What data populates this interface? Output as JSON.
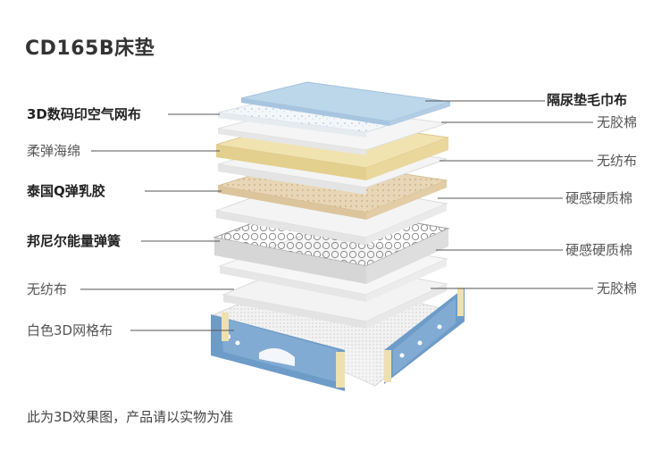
{
  "title": "CD165B床垫",
  "left_labels": [
    {
      "text": "3D数码印空气网布",
      "bold": true
    },
    {
      "text": "柔弹海绵",
      "bold": false
    },
    {
      "text": "泰国Q弹乳胶",
      "bold": true
    },
    {
      "text": "邦尼尔能量弹簧",
      "bold": true
    },
    {
      "text": "无纺布",
      "bold": false
    },
    {
      "text": "白色3D网格布",
      "bold": false
    }
  ],
  "right_labels": [
    {
      "text": "隔尿垫毛巾布",
      "bold": true
    },
    {
      "text": "无胶棉",
      "bold": false
    },
    {
      "text": "无纺布",
      "bold": false
    },
    {
      "text": "硬感硬质棉",
      "bold": false
    },
    {
      "text": "硬感硬质棉",
      "bold": false
    },
    {
      "text": "无胶棉",
      "bold": false
    }
  ],
  "footer": "此为3D效果图，产品请以实物为准",
  "colors": {
    "top_pad": "#bcd6ea",
    "latex": "#e8d6b6",
    "sponge": "#f1e3b0",
    "white_layer": "#eeeeee",
    "frame_blue": "#6e9cc8",
    "frame_yellow": "#efe0b0"
  }
}
